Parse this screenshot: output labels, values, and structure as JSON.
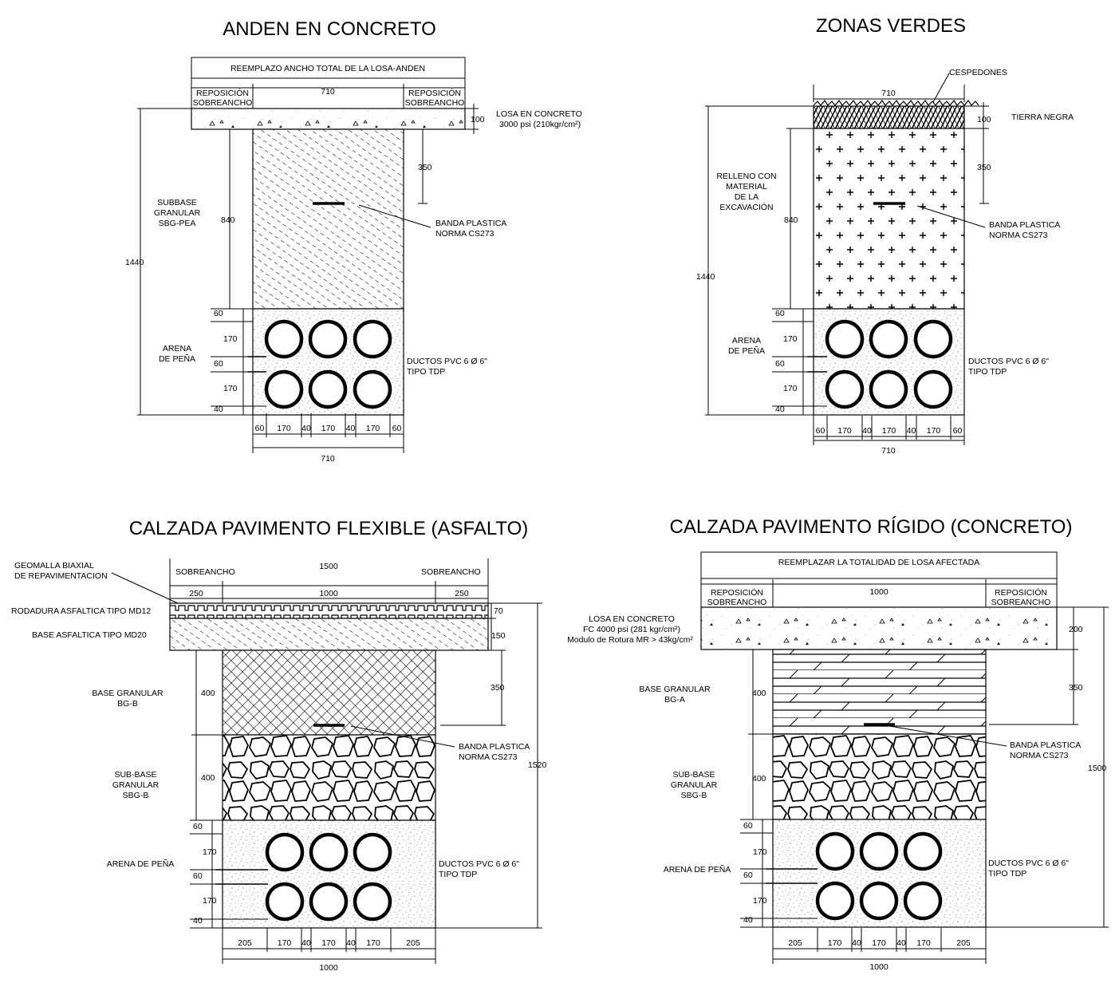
{
  "sections": {
    "anden": {
      "title": "ANDEN EN CONCRETO",
      "top_note": "REEMPLAZO ANCHO TOTAL DE LA LOSA-ANDEN",
      "repos_a": "REPOSICIÓN",
      "repos_b": "SOBREANCHO",
      "w710": "710",
      "losa_a": "LOSA EN CONCRETO",
      "losa_b": "3000 psi (210kgr/cm²)",
      "d100": "100",
      "d350": "350",
      "d840": "840",
      "d1440": "1440",
      "sub_a": "SUBBASE",
      "sub_b": "GRANULAR",
      "sub_c": "SBG-PEA",
      "banda_a": "BANDA PLASTICA",
      "banda_b": "NORMA CS273",
      "arena_a": "ARENA",
      "arena_b": "DE PEÑA",
      "ductos_a": "DUCTOS PVC 6 Ø 6\"",
      "ductos_b": "TIPO TDP",
      "v60": "60",
      "v170": "170",
      "v40": "40",
      "bottom": [
        "60",
        "170",
        "40",
        "170",
        "40",
        "170",
        "60"
      ],
      "wbottom": "710"
    },
    "verdes": {
      "title": "ZONAS VERDES",
      "cesped": "CESPEDONES",
      "w710": "710",
      "tierra": "TIERRA NEGRA",
      "d100": "100",
      "d350": "350",
      "d840": "840",
      "d1440": "1440",
      "rell_a": "RELLENO CON",
      "rell_b": "MATERIAL",
      "rell_c": "DE LA",
      "rell_d": "EXCAVACIÓN",
      "banda_a": "BANDA PLASTICA",
      "banda_b": "NORMA CS273",
      "arena_a": "ARENA",
      "arena_b": "DE PEÑA",
      "ductos_a": "DUCTOS PVC 6 Ø 6\"",
      "ductos_b": "TIPO TDP",
      "v60": "60",
      "v170": "170",
      "v40": "40",
      "bottom": [
        "60",
        "170",
        "40",
        "170",
        "40",
        "170",
        "60"
      ],
      "wbottom": "710"
    },
    "flexible": {
      "title": "CALZADA PAVIMENTO FLEXIBLE (ASFALTO)",
      "geo_a": "GEOMALLA BIAXIAL",
      "geo_b": "DE REPAVIMENTACION",
      "sobre": "SOBREANCHO",
      "w1500": "1500",
      "w250": "250",
      "w1000": "1000",
      "rod": "RODADURA ASFALTICA TIPO MD12",
      "base_asf": "BASE ASFALTICA TIPO MD20",
      "d70": "70",
      "d150": "150",
      "d350": "350",
      "d1520": "1520",
      "bg_a": "BASE GRANULAR",
      "bg_b": "BG-B",
      "d400": "400",
      "banda_a": "BANDA PLASTICA",
      "banda_b": "NORMA CS273",
      "sbg_a": "SUB-BASE",
      "sbg_b": "GRANULAR",
      "sbg_c": "SBG-B",
      "arena": "ARENA DE PEÑA",
      "ductos_a": "DUCTOS PVC 6 Ø 6\"",
      "ductos_b": "TIPO TDP",
      "v60": "60",
      "v170": "170",
      "v40": "40",
      "bottom": [
        "205",
        "170",
        "40",
        "170",
        "40",
        "170",
        "205"
      ],
      "wbottom": "1000"
    },
    "rigido": {
      "title": "CALZADA PAVIMENTO RÍGIDO (CONCRETO)",
      "top_note": "REEMPLAZAR LA TOTALIDAD DE LOSA AFECTADA",
      "repos_a": "REPOSICIÓN",
      "repos_b": "SOBREANCHO",
      "w1000": "1000",
      "losa_a": "LOSA EN CONCRETO",
      "losa_b": "FC 4000 psi (281 kgr/cm²)",
      "losa_c": "Modulo de Rotura MR > 43kg/cm²",
      "d200": "200",
      "d350": "350",
      "d1500": "1500",
      "bg_a": "BASE GRANULAR",
      "bg_b": "BG-A",
      "d400": "400",
      "banda_a": "BANDA PLASTICA",
      "banda_b": "NORMA CS273",
      "sbg_a": "SUB-BASE",
      "sbg_b": "GRANULAR",
      "sbg_c": "SBG-B",
      "arena": "ARENA DE PEÑA",
      "ductos_a": "DUCTOS PVC 6 Ø 6\"",
      "ductos_b": "TIPO TDP",
      "v60": "60",
      "v170": "170",
      "v40": "40",
      "bottom": [
        "205",
        "170",
        "40",
        "170",
        "40",
        "170",
        "205"
      ],
      "wbottom": "1000"
    }
  }
}
